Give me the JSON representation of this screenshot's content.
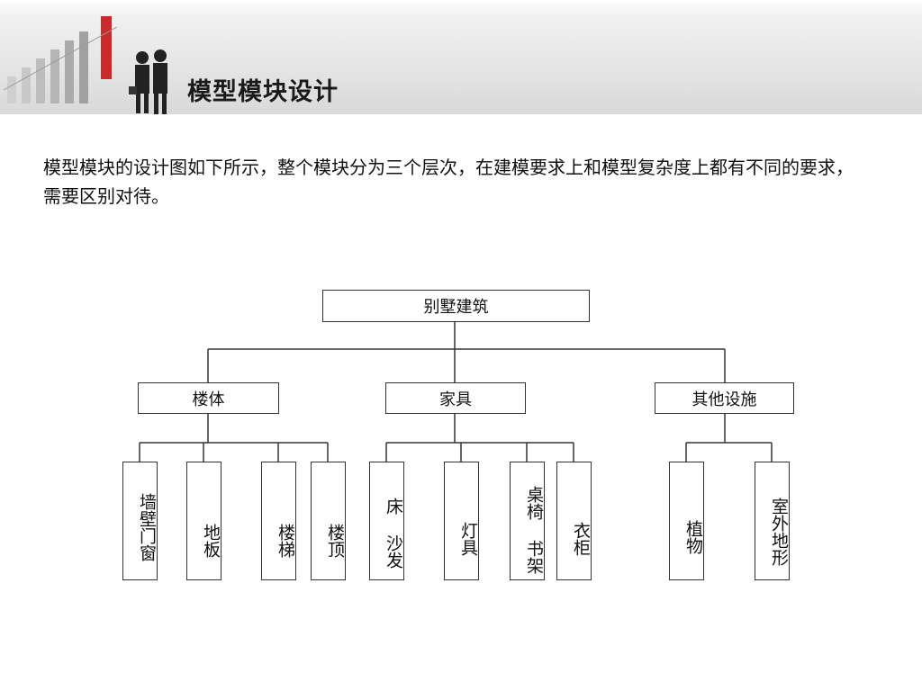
{
  "slide": {
    "title": "模型模块设计",
    "intro": "模型模块的设计图如下所示，整个模块分为三个层次，在建模要求上和模型复杂度上都有不同的要求，需要区别对待。"
  },
  "diagram": {
    "root": "别墅建筑",
    "level1": [
      "楼体",
      "家具",
      "其他设施"
    ],
    "level2": {
      "building": [
        "墙壁门窗",
        "地板",
        "楼梯",
        "楼顶"
      ],
      "furniture": [
        "床 沙发",
        "灯具",
        "桌椅 书架",
        "衣柜"
      ],
      "facilities": [
        "植物",
        "室外地形"
      ]
    }
  }
}
